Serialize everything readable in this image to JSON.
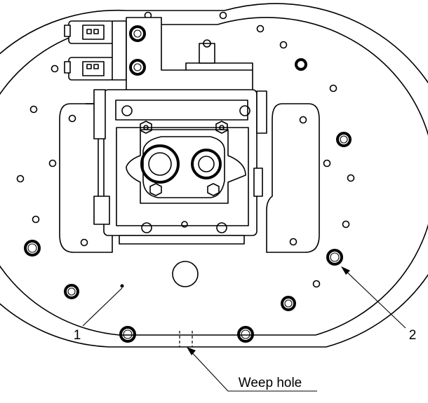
{
  "callouts": {
    "item_1": "1",
    "item_2": "2",
    "weep_hole": "Weep hole"
  }
}
